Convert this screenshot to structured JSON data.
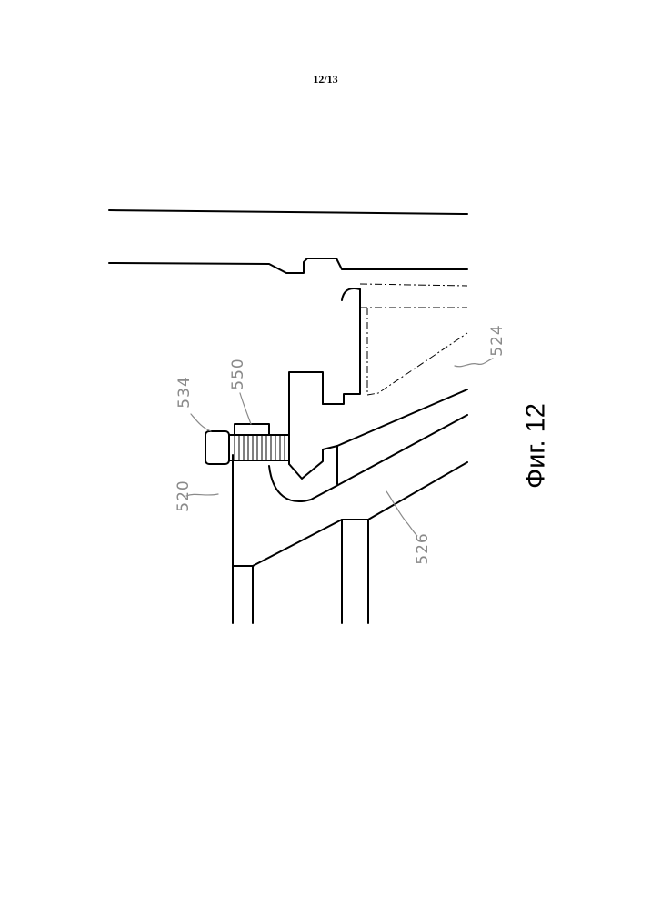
{
  "sheet": {
    "page_number": "12/13"
  },
  "figure": {
    "caption": "Фиг. 12"
  },
  "reference_numerals": [
    "534",
    "550",
    "520",
    "524",
    "526"
  ]
}
